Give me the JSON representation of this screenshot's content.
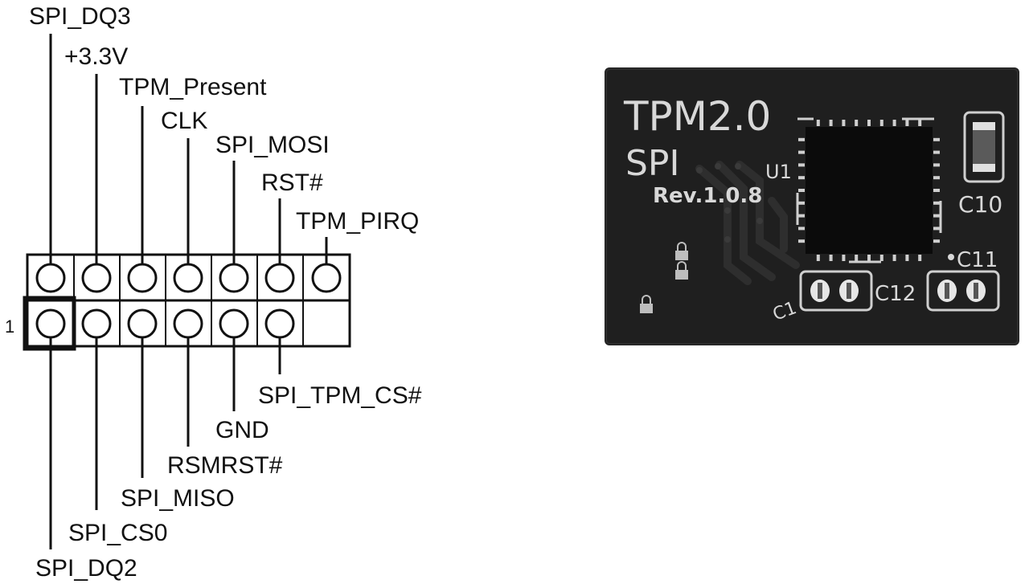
{
  "header": {
    "pin_one_marker": "1",
    "top_row": [
      "SPI_DQ3",
      "+3.3V",
      "TPM_Present",
      "CLK",
      "SPI_MOSI",
      "RST#",
      "TPM_PIRQ"
    ],
    "bottom_row": [
      "SPI_DQ2",
      "SPI_CS0",
      "SPI_MISO",
      "RSMRST#",
      "GND",
      "SPI_TPM_CS#"
    ]
  },
  "module": {
    "title": "TPM2.0",
    "interface": "SPI",
    "revision": "Rev.1.0.8",
    "chip_ref": "U1",
    "cap_refs": [
      "C10",
      "C11",
      "C12",
      "C1"
    ]
  },
  "colors": {
    "line": "#111111",
    "pcb": "#1f1f1f",
    "pcb_text": "#d8d8d8",
    "chip": "#0b0b0b"
  }
}
